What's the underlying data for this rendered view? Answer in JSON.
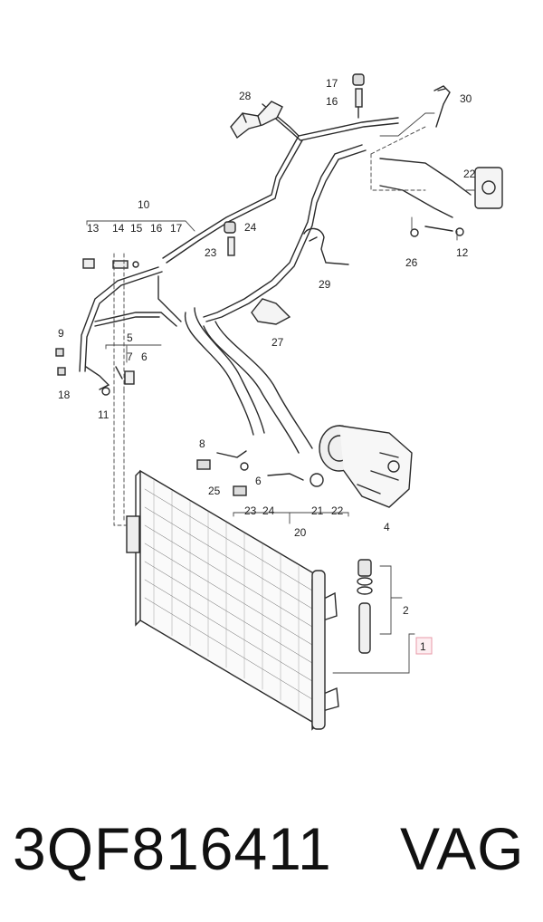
{
  "labels": {
    "l1": "1",
    "l2": "2",
    "l4": "4",
    "l5": "5",
    "l6a": "6",
    "l6b": "6",
    "l7": "7",
    "l8": "8",
    "l9": "9",
    "l10": "10",
    "l11": "11",
    "l12": "12",
    "l13": "13",
    "l14": "14",
    "l15": "15",
    "l16": "16",
    "l17": "17",
    "l17b": "17",
    "l16b": "16",
    "l18": "18",
    "l20": "20",
    "l21": "21",
    "l22": "22",
    "l22b": "22",
    "l23": "23",
    "l23b": "23",
    "l24": "24",
    "l24b": "24",
    "l25": "25",
    "l26": "26",
    "l27": "27",
    "l28": "28",
    "l29": "29",
    "l30": "30"
  },
  "caption": {
    "part_number": "3QF816411",
    "brand": "VAG"
  },
  "colors": {
    "line": "#2a2a2a",
    "highlight_box": "#e89aa8",
    "highlight_fill": "#fdeef1"
  }
}
